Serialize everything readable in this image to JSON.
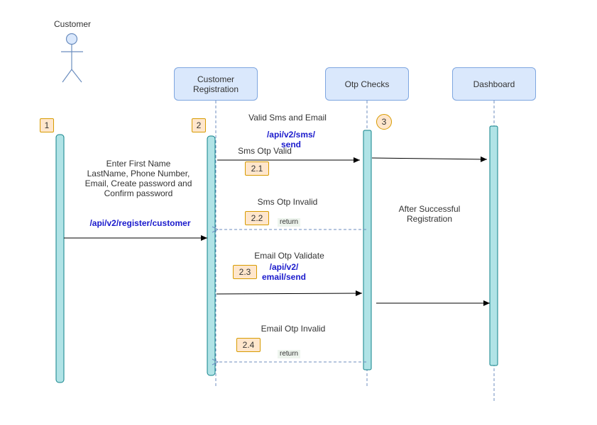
{
  "actor": {
    "label": "Customer"
  },
  "participants": {
    "registration": "Customer\nRegistration",
    "otp": "Otp Checks",
    "dashboard": "Dashboard"
  },
  "badges": {
    "b1": "1",
    "b2": "2",
    "b3": "3",
    "b21": "2.1",
    "b22": "2.2",
    "b23": "2.3",
    "b24": "2.4"
  },
  "messages": {
    "enter_details": "Enter First Name\nLastName, Phone Number,\nEmail, Create password and\nConfirm password",
    "register_api": "/api/v2/register/customer",
    "valid_sms_email": "Valid Sms and Email",
    "sms_api": "/api/v2/sms/\nsend",
    "sms_otp_valid": "Sms Otp Valid",
    "sms_otp_invalid": "Sms Otp Invalid",
    "return_1": "return",
    "after_success": "After Successful\nRegistration",
    "email_otp_validate": "Email Otp Validate",
    "email_api": "/api/v2/\nemail/send",
    "email_otp_invalid": "Email Otp Invalid",
    "return_2": "return"
  },
  "colors": {
    "participant_fill": "#dae8fc",
    "participant_stroke": "#7ea6e0",
    "lifeline_fill": "#b0e3e6",
    "lifeline_stroke": "#0e8088",
    "badge_fill": "#ffe6cc",
    "badge_stroke": "#d79b00",
    "api_text": "#1a1acc",
    "return_arrow": "#6c8ebf"
  },
  "icons": {
    "actor": "stick-figure-icon"
  }
}
